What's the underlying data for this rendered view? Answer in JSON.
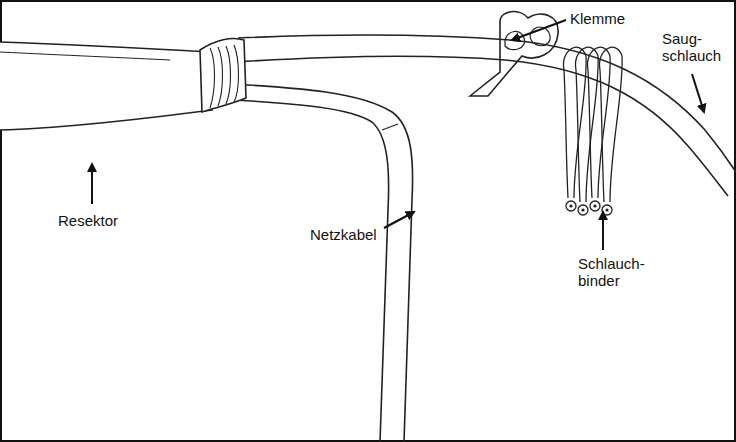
{
  "diagram": {
    "labels": [
      "Klemme",
      "Saug- schlauch",
      "Resektor",
      "Netzkabel",
      "Schlauch- binder"
    ]
  }
}
